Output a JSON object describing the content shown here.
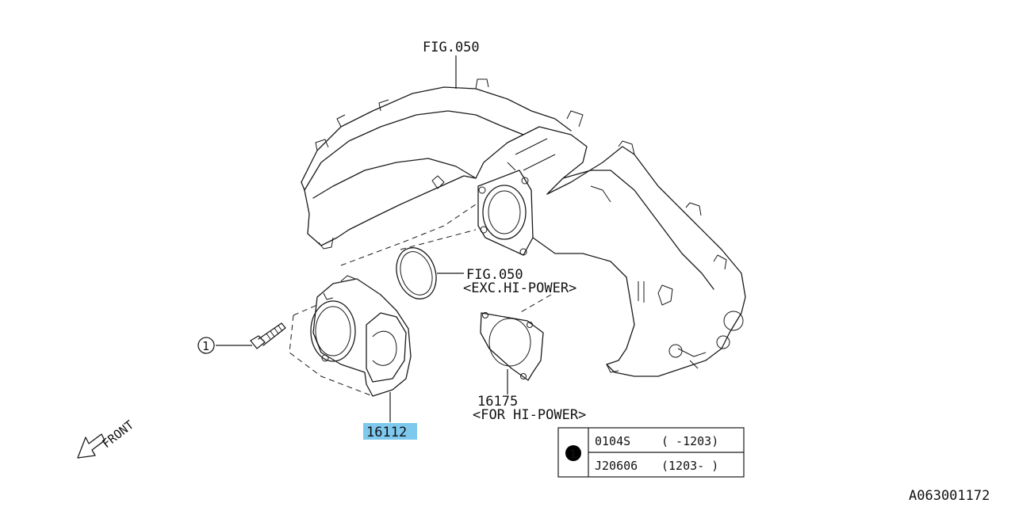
{
  "labels": {
    "fig_top": "FIG.050",
    "fig_mid": "FIG.050",
    "exc_hi_power": "<EXC.HI-POWER>",
    "part_gasket": "16175",
    "for_hi_power": "<FOR HI-POWER>",
    "part_throttle": "16112",
    "front": "FRONT",
    "callout_1": "1",
    "diagram_id": "A063001172"
  },
  "ref_table": {
    "callout": "1",
    "rows": [
      {
        "part": "0104S",
        "range": "( -1203)"
      },
      {
        "part": "J20606",
        "range": "(1203- )"
      }
    ]
  },
  "colors": {
    "highlight": "#7ec8ee",
    "line": "#1a1a1a"
  }
}
